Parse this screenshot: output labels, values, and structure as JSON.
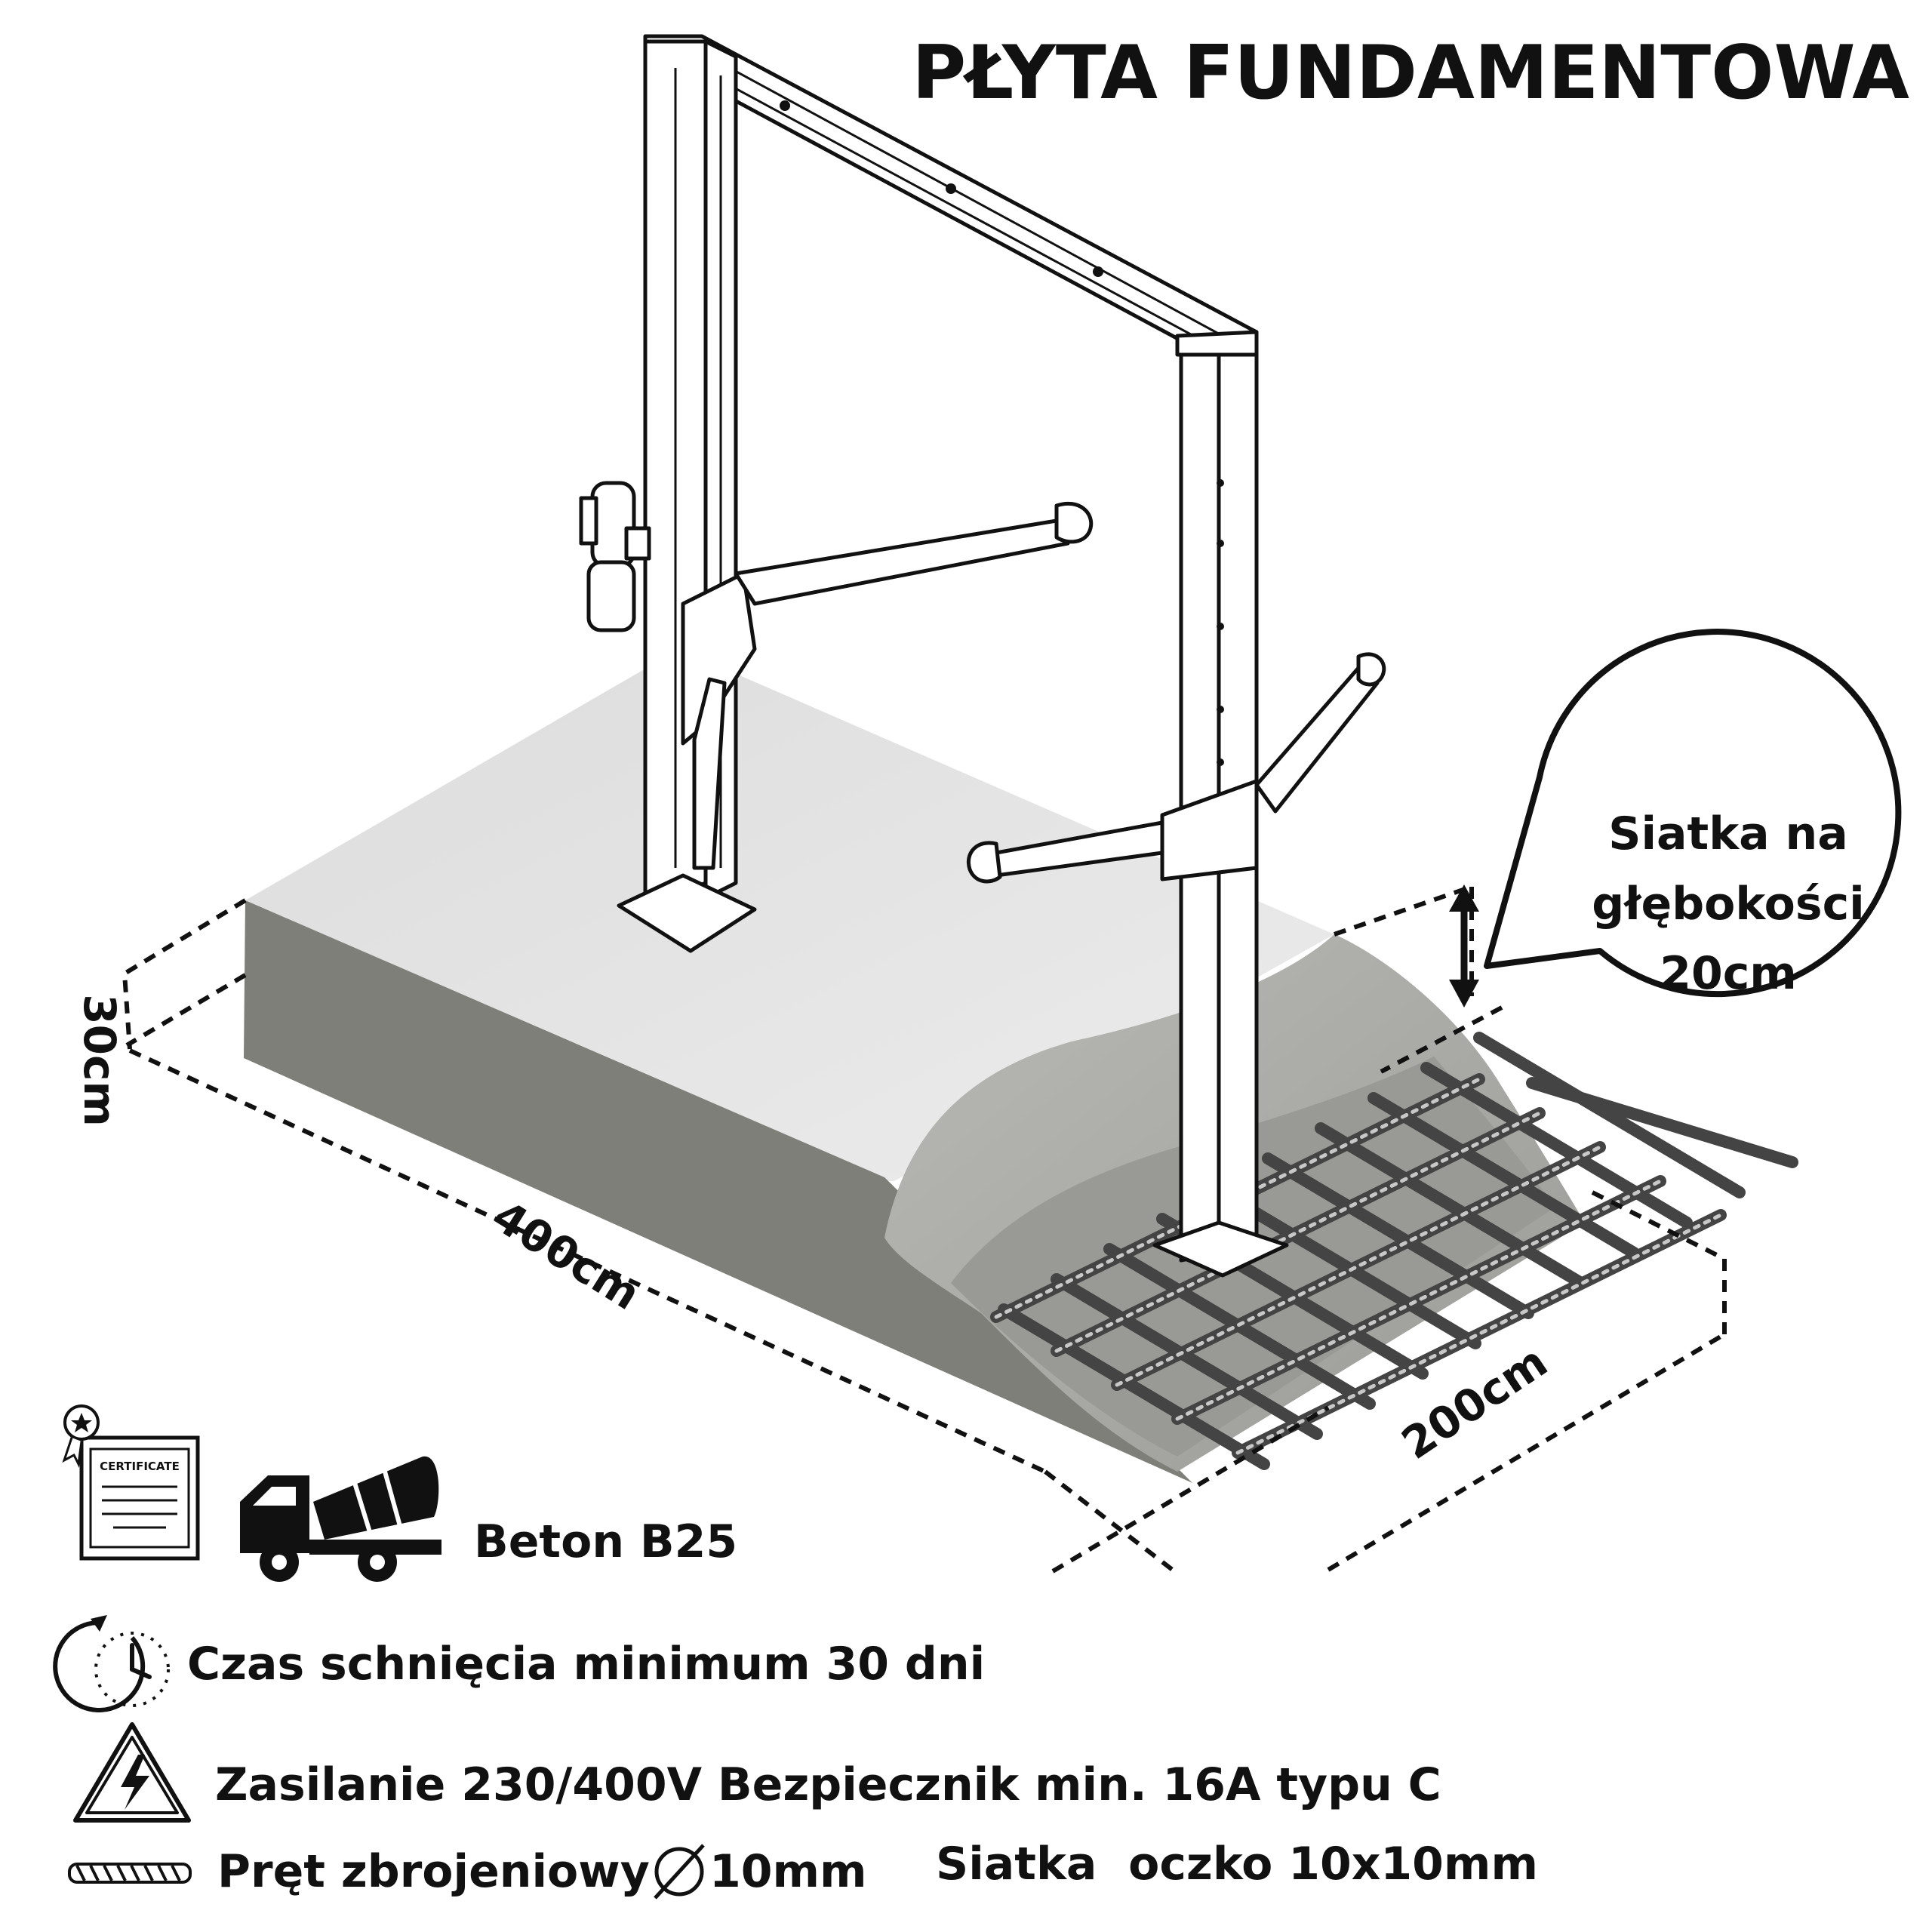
{
  "title": "PŁYTA FUNDAMENTOWA",
  "dimensions": {
    "height": "30cm",
    "length": "400cm",
    "width": "200cm"
  },
  "callout": {
    "line1": "Siatka na",
    "line2": "głębokości",
    "line3": "20cm"
  },
  "certificate_label": "CERTIFICATE",
  "info": {
    "concrete": "Beton B25",
    "drying": "Czas schnięcia minimum 30 dni",
    "power": "Zasilanie 230/400V Bezpiecznik min. 16A typu C",
    "rebar": "Pręt zbrojeniowy",
    "rebar_size": "10mm",
    "mesh": "Siatka  oczko 10x10mm"
  },
  "icons": [
    "certificate-icon",
    "mixer-truck-icon",
    "timer-icon",
    "high-voltage-icon",
    "rebar-icon",
    "diameter-icon"
  ],
  "colors": {
    "slab_top": "#e4e4e4",
    "slab_side": "#7e7f79",
    "cut_surface": "#a7a7a3",
    "ink": "#111111"
  }
}
